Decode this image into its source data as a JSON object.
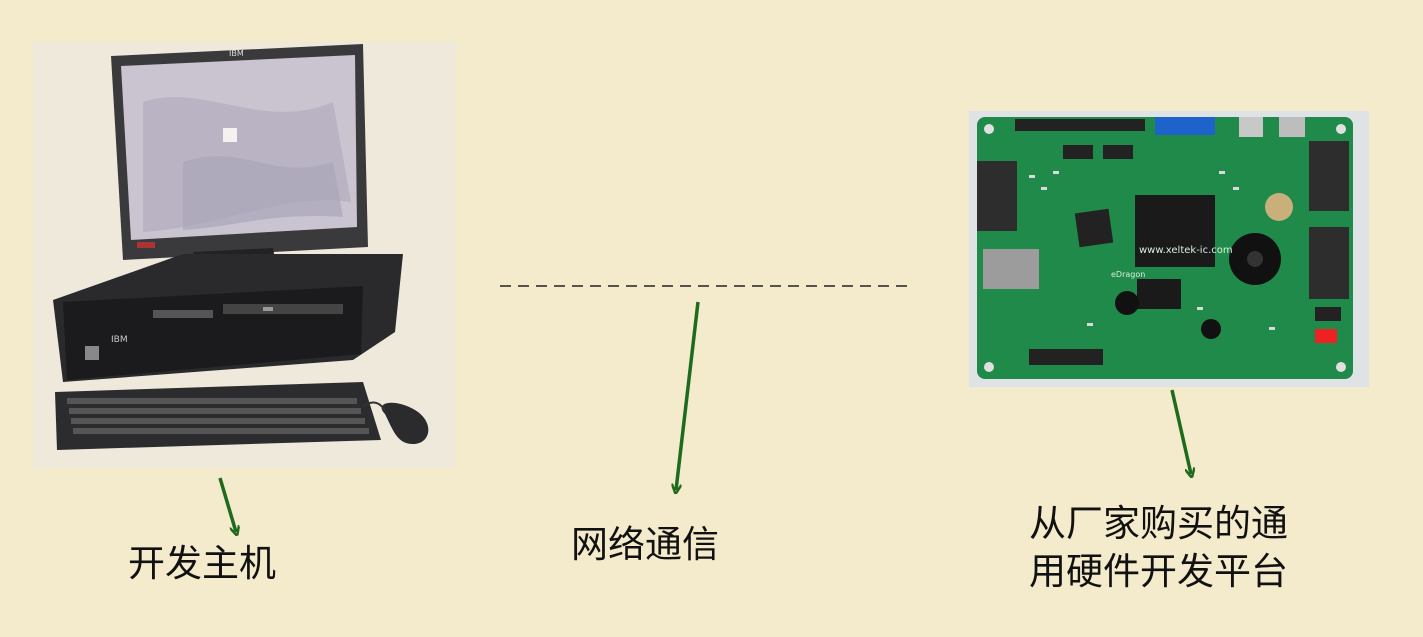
{
  "labels": {
    "host": "开发主机",
    "network": "网络通信",
    "board_line1": "从厂家购买的通",
    "board_line2": "用硬件开发平台"
  },
  "pc_image": {
    "monitor_brand": "IBM",
    "tower_brand": "IBM"
  },
  "board_image": {
    "silkscreen": "www.xeltek-ic.com",
    "board_name": "eDragon"
  },
  "colors": {
    "background": "#f4ebcc",
    "arrow": "#1e6b1e",
    "dashed_line": "#222222",
    "pcb": "#1f8a4a"
  }
}
